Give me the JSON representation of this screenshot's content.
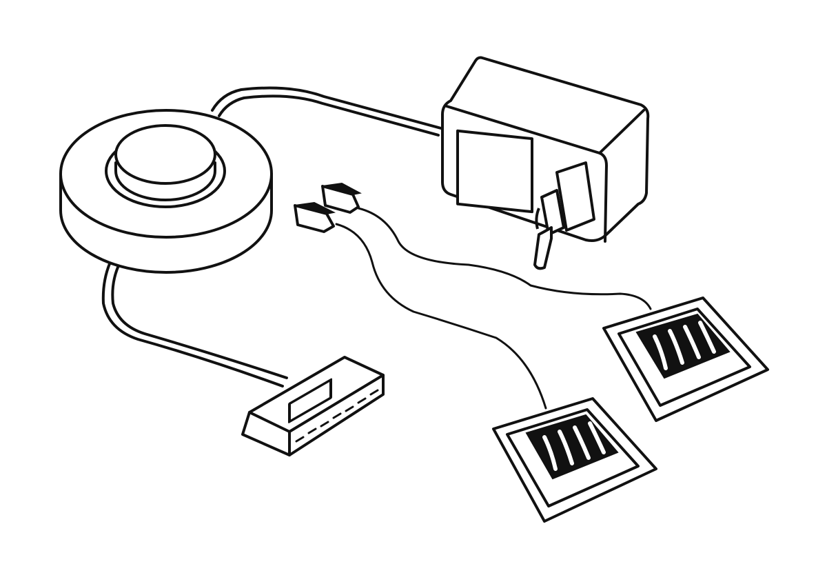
{
  "figure": {
    "background": "#ffffff",
    "line_color": "#111111",
    "components": [
      "power-supply-adapter",
      "round-push-switch",
      "distribution-block",
      "led-spot-left",
      "led-spot-right",
      "connector-plugs"
    ]
  }
}
